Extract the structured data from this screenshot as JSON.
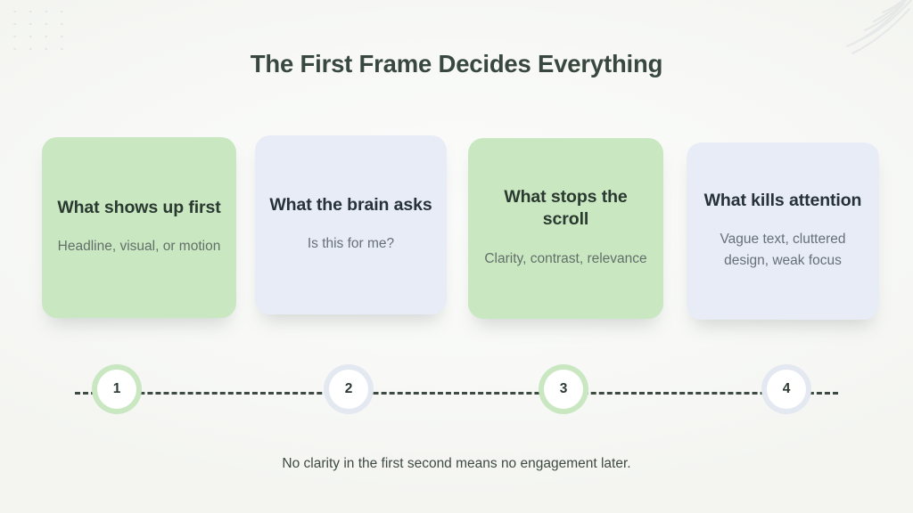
{
  "title": "The First Frame Decides Everything",
  "colors": {
    "green_card": "#c9e7c1",
    "blue_card": "#e8ecf6",
    "title_text": "#39483f",
    "body_text": "#63706a",
    "dash_line": "#3c4a42",
    "background": "#f8f9f7"
  },
  "cards": [
    {
      "id": "1",
      "theme": "green",
      "title": "What shows up first",
      "desc": "Headline, visual, or motion"
    },
    {
      "id": "2",
      "theme": "blue",
      "title": "What the brain asks",
      "desc": "Is this for me?"
    },
    {
      "id": "3",
      "theme": "green",
      "title": "What stops the scroll",
      "desc": "Clarity, contrast, relevance"
    },
    {
      "id": "4",
      "theme": "blue",
      "title": "What kills attention",
      "desc": "Vague text, cluttered design, weak focus"
    }
  ],
  "timeline": {
    "nodes": [
      {
        "label": "1",
        "theme": "green"
      },
      {
        "label": "2",
        "theme": "blue"
      },
      {
        "label": "3",
        "theme": "green"
      },
      {
        "label": "4",
        "theme": "blue"
      }
    ],
    "connector_style": "dashed"
  },
  "footnote": "No clarity in the first second means no engagement later.",
  "decorations": {
    "top_left": "dot-grid",
    "top_right": "diagonal-hatch-lines"
  }
}
